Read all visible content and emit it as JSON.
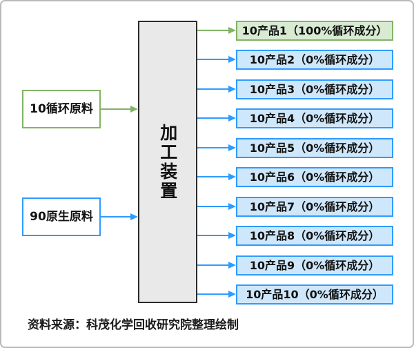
{
  "diagram": {
    "inputs": [
      {
        "label": "10循环原料",
        "type": "recycled"
      },
      {
        "label": "90原生原料",
        "type": "virgin"
      }
    ],
    "processor": {
      "label": "加工装置"
    },
    "outputs": [
      {
        "label": "10产品1（100%循环成分）",
        "recycled": true
      },
      {
        "label": "10产品2（0%循环成分）",
        "recycled": false
      },
      {
        "label": "10产品3（0%循环成分）",
        "recycled": false
      },
      {
        "label": "10产品4（0%循环成分）",
        "recycled": false
      },
      {
        "label": "10产品5（0%循环成分）",
        "recycled": false
      },
      {
        "label": "10产品6（0%循环成分）",
        "recycled": false
      },
      {
        "label": "10产品7（0%循环成分）",
        "recycled": false
      },
      {
        "label": "10产品8（0%循环成分）",
        "recycled": false
      },
      {
        "label": "10产品9（0%循环成分）",
        "recycled": false
      },
      {
        "label": "10产品10（0%循环成分）",
        "recycled": false
      }
    ],
    "source_note": "资料来源：科茂化学回收研究院整理绘制",
    "colors": {
      "recycled_stroke": "#82b366",
      "recycled_fill": "#d9ead3",
      "virgin_stroke": "#2e9bff",
      "virgin_fill": "#cfe7fb",
      "processor_fill": "#e9e9e9",
      "processor_stroke": "#2b2b2b"
    }
  }
}
